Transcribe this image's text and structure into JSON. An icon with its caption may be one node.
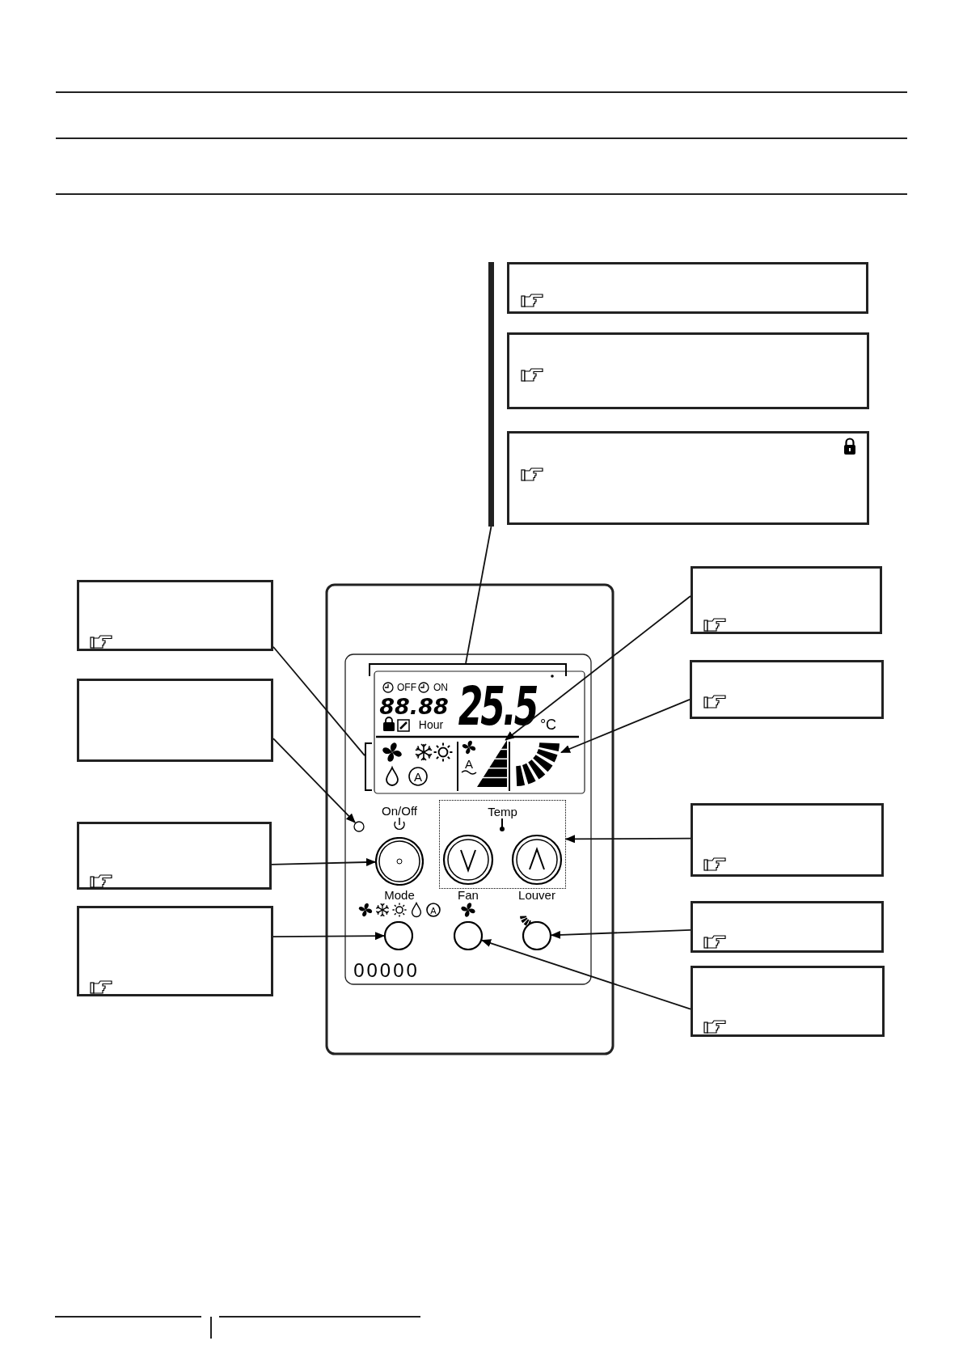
{
  "diagram": {
    "nodes": [
      {
        "text": [],
        "shape": "bar"
      },
      {
        "text": [],
        "shape": "box"
      },
      {
        "text": [],
        "shape": "box"
      },
      {
        "text": [],
        "shape": "box"
      },
      {
        "text": [],
        "shape": "box"
      },
      {
        "text": [],
        "shape": "box"
      },
      {
        "text": [],
        "shape": "bracket"
      },
      {
        "text": [],
        "shape": "box"
      },
      {
        "text": [],
        "shape": "box"
      },
      {
        "text": [],
        "shape": "bracket"
      },
      {
        "text": [],
        "shape": "wedge"
      },
      {
        "text": [],
        "shape": "arc"
      },
      {
        "text": [],
        "shape": "circle"
      },
      {
        "text": [
          "Temp"
        ]
      },
      {
        "text": [],
        "shape": "box"
      },
      {
        "text": [],
        "shape": "box"
      },
      {
        "text": [],
        "shape": "circle",
        "beside": [
          "On/Off"
        ]
      },
      {
        "text": [],
        "shape": "box"
      },
      {
        "text": [],
        "shape": "box"
      },
      {
        "text": [],
        "shape": "circle"
      },
      {
        "text": [],
        "shape": "circle"
      },
      {
        "text": [],
        "shape": "circle"
      },
      {
        "text": [],
        "shape": "box"
      }
    ],
    "edges": [
      {
        "from": 0,
        "to": 6,
        "arrow": "none"
      },
      {
        "from": 5,
        "to": 9,
        "arrow": "none"
      },
      {
        "from": 8,
        "to": 12,
        "arrow": "to"
      },
      {
        "from": 4,
        "to": 10,
        "arrow": "to"
      },
      {
        "from": 7,
        "to": 11,
        "arrow": "to"
      },
      {
        "from": 14,
        "to": 13,
        "arrow": "to"
      },
      {
        "from": 15,
        "to": 16,
        "arrow": "to"
      },
      {
        "from": 17,
        "to": 19,
        "arrow": "to"
      },
      {
        "from": 18,
        "to": 21,
        "arrow": "to"
      },
      {
        "from": 22,
        "to": 20,
        "arrow": "to"
      }
    ],
    "labels": [
      "OFF",
      "ON",
      "88.88",
      "Hour",
      "25.5",
      "°C",
      "A",
      "A",
      "A",
      "00000",
      "Mode",
      "Fan",
      "Louver"
    ]
  }
}
